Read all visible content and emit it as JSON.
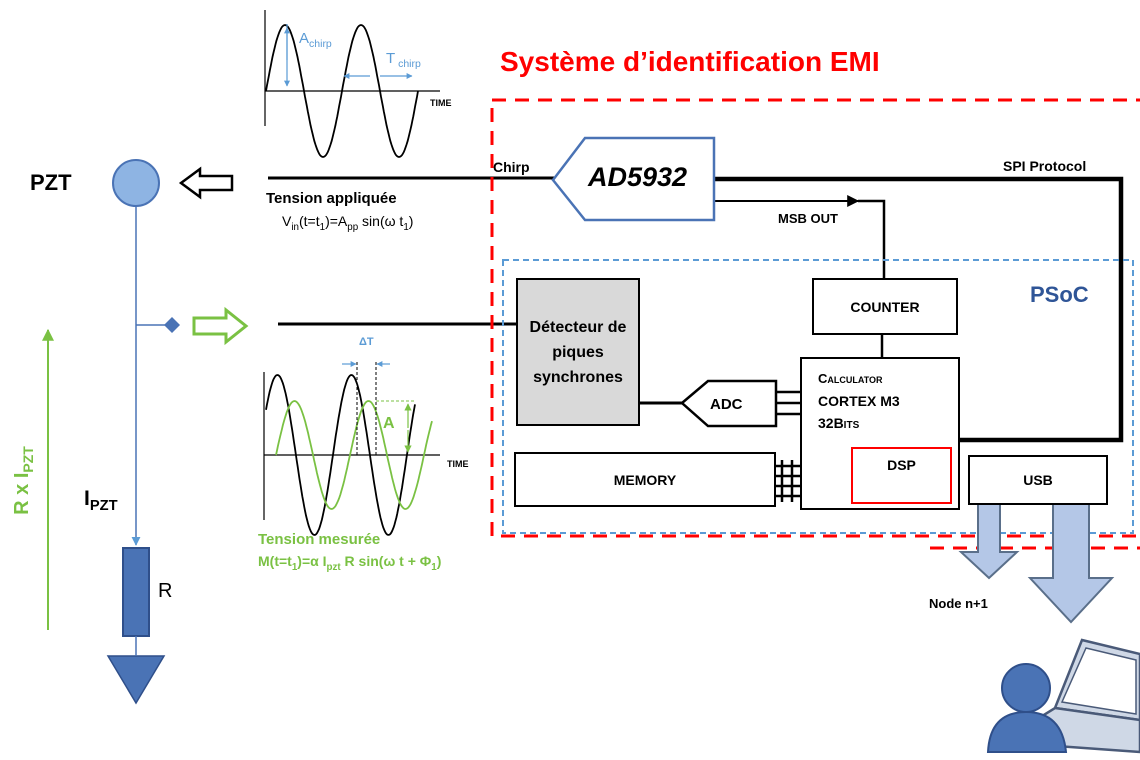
{
  "title": "Système d’identification EMI",
  "psoc_label": "PSoC",
  "pzt_label": "PZT",
  "resistor_label": "R",
  "current_label": {
    "main": "I",
    "sub": "PZT"
  },
  "side_label": {
    "main": "R x I",
    "sub": "PZT"
  },
  "chirp_label": "Chirp",
  "spi_label": "SPI Protocol",
  "msb_label": "MSB OUT",
  "node_label": "Node n+1",
  "applied": {
    "heading": "Tension appliquée",
    "eq_1": "V",
    "eq_2": "in",
    "eq_3": "(t=t",
    "eq_4": "1",
    "eq_5": ")=A",
    "eq_6": "pp",
    "eq_7": " sin(ω t",
    "eq_8": "1",
    "eq_9": ")"
  },
  "measured": {
    "heading": "Tension mesurée",
    "eq_1": "M(t=t",
    "eq_2": "1",
    "eq_3": ")=α I",
    "eq_4": "pzt",
    "eq_5": " R sin(ω t + Φ",
    "eq_6": "1",
    "eq_7": ")"
  },
  "chirp_plot": {
    "a_main": "A",
    "a_sub": "chirp",
    "t_main": "T",
    "t_sub": " chirp",
    "axis": "TIME"
  },
  "response_plot": {
    "delta": "ΔT",
    "amplitude": "A",
    "axis": "TIME"
  },
  "blocks": {
    "ad5932": "AD5932",
    "detector_1": "Détecteur de",
    "detector_2": "piques",
    "detector_3": "synchrones",
    "counter": "COUNTER",
    "adc": "ADC",
    "calc_1": "Calculator",
    "calc_2": "CORTEX M3",
    "calc_3": "32Bits",
    "memory": "MEMORY",
    "dsp": "DSP",
    "usb": "USB"
  },
  "colors": {
    "red": "#ff0000",
    "blue": "#5b9bd5",
    "green": "#7ac143",
    "navy": "#2f5597",
    "steel": "#4a73b5",
    "grey_block": "#d9d9d9"
  }
}
